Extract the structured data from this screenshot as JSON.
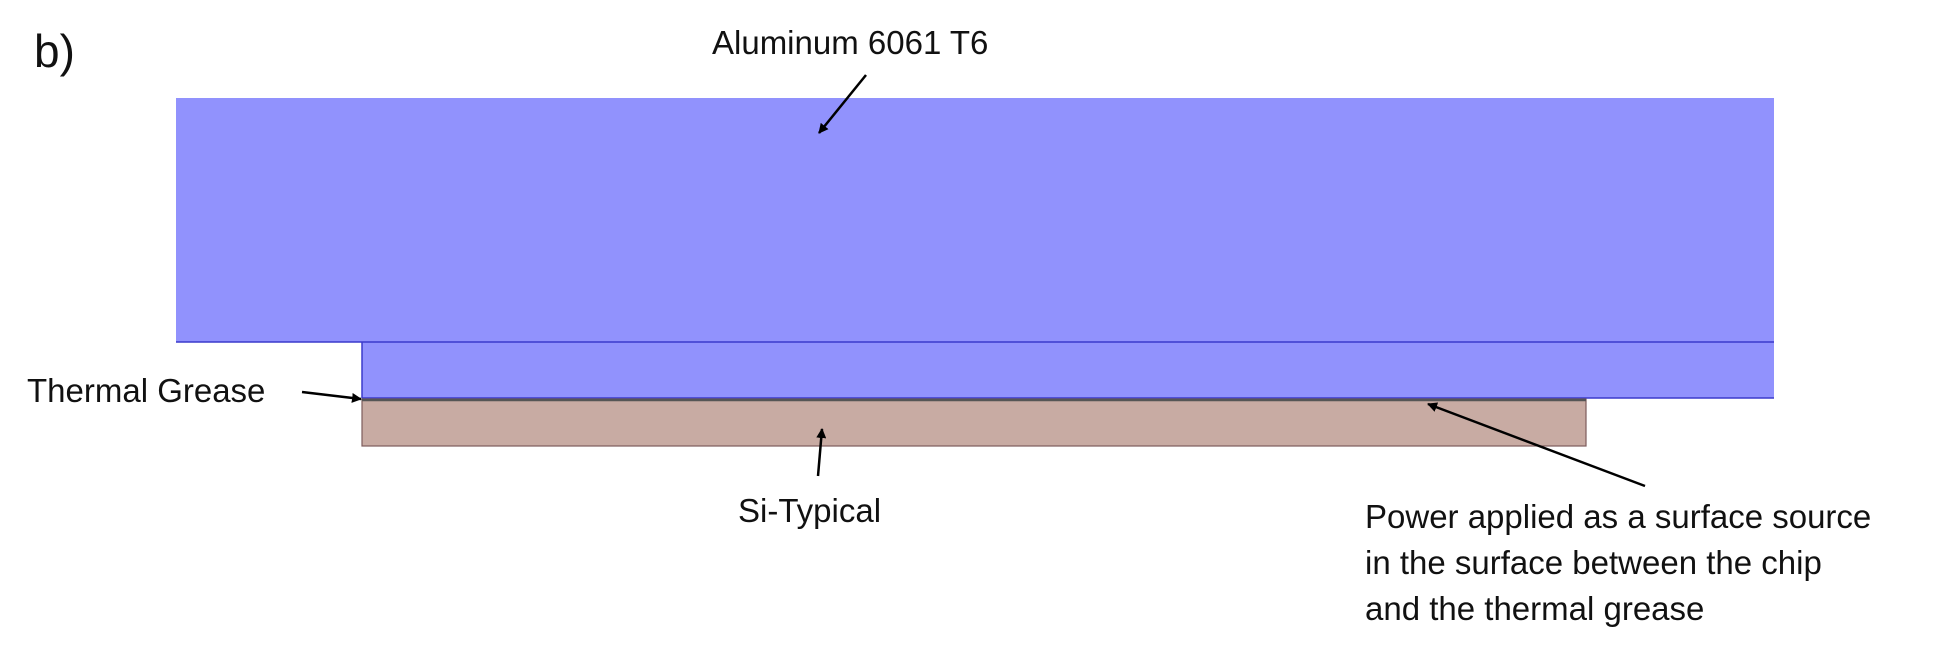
{
  "figure": {
    "panel_label": "b)",
    "colors": {
      "aluminum_fill": "#9192fd",
      "aluminum_edge": "#3a3acb",
      "silicon_fill": "#c8aba3",
      "silicon_edge": "#7d5c5c",
      "grease_line": "#555555",
      "arrow": "#000000"
    }
  },
  "labels": {
    "aluminum": "Aluminum 6061 T6",
    "thermal_grease": "Thermal Grease",
    "silicon": "Si-Typical",
    "power_line1": "Power applied as a surface source",
    "power_line2": "in the surface between the chip",
    "power_line3": "and the thermal grease"
  }
}
